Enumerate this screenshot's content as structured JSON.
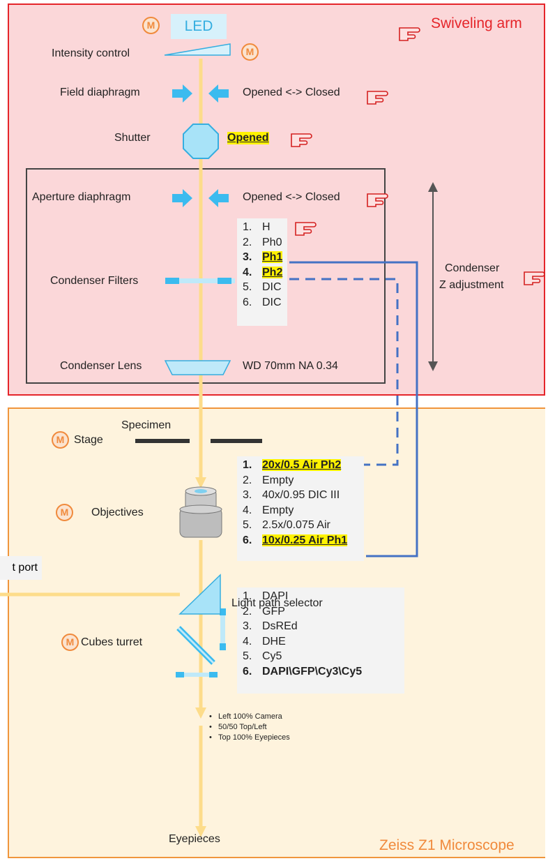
{
  "top_panel": {
    "title": "Swiveling arm",
    "led": "LED",
    "intensity": "Intensity control",
    "field_diaphragm": "Field diaphragm",
    "field_state": "Opened <-> Closed",
    "shutter": "Shutter",
    "shutter_state": "Opened",
    "aperture_diaphragm": "Aperture diaphragm",
    "aperture_state": "Opened <-> Closed",
    "condenser_filters": "Condenser Filters",
    "filters": [
      {
        "num": "1.",
        "label": "H",
        "highlight": false
      },
      {
        "num": "2.",
        "label": "Ph0",
        "highlight": false
      },
      {
        "num": "3.",
        "label": "Ph1",
        "highlight": true
      },
      {
        "num": "4.",
        "label": "Ph2",
        "highlight": true
      },
      {
        "num": "5.",
        "label": "DIC",
        "highlight": false
      },
      {
        "num": "6.",
        "label": "DIC",
        "highlight": false
      }
    ],
    "condenser_z": [
      "Condenser",
      "Z adjustment"
    ],
    "condenser_lens": "Condenser Lens",
    "lens_spec": "WD 70mm NA 0.34"
  },
  "bottom_panel": {
    "title": "Zeiss Z1 Microscope",
    "specimen": "Specimen",
    "stage": "Stage",
    "objectives": "Objectives",
    "objective_list": [
      {
        "num": "1.",
        "label": "20x/0.5 Air Ph2",
        "highlight": true
      },
      {
        "num": "2.",
        "label": "Empty",
        "highlight": false
      },
      {
        "num": "3.",
        "label": "40x/0.95 DIC III",
        "highlight": false
      },
      {
        "num": "4.",
        "label": "Empty",
        "highlight": false
      },
      {
        "num": "5.",
        "label": "2.5x/0.075 Air",
        "highlight": false
      },
      {
        "num": "6.",
        "label": "10x/0.25 Air Ph1",
        "highlight": true
      }
    ],
    "cubes_turret": "Cubes turret",
    "cube_list": [
      {
        "num": "1.",
        "label": "DAPI",
        "bold": false
      },
      {
        "num": "2.",
        "label": "GFP",
        "bold": false
      },
      {
        "num": "3.",
        "label": "DsREd",
        "bold": false
      },
      {
        "num": "4.",
        "label": "DHE",
        "bold": false
      },
      {
        "num": "5.",
        "label": "Cy5",
        "bold": false
      },
      {
        "num": "6.",
        "label": "DAPI\\GFP\\Cy3\\Cy5",
        "bold": true
      }
    ],
    "light_port": "t port",
    "light_path_selector": "Light path selector",
    "selector_options": [
      "Left 100% Camera",
      "50/50 Top/Left",
      "Top 100% Eyepieces"
    ],
    "eyepieces": "Eyepieces"
  },
  "motor_badge": "M",
  "colors": {
    "top_bg": "#fbd7d9",
    "top_border": "#e5252a",
    "bottom_bg": "#fef3dd",
    "bottom_border": "#f0953c",
    "beam": "#fddc8a",
    "optic_blue": "#3bbbef",
    "link_blue": "#4472c4",
    "highlight": "#fff200"
  }
}
